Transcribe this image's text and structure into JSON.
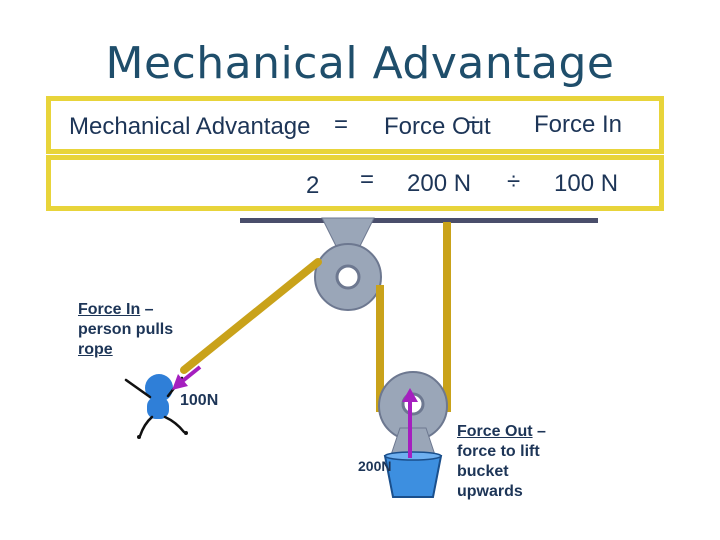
{
  "title": "Mechanical Advantage",
  "formula": {
    "lhs": "Mechanical Advantage",
    "equals": "=",
    "force_out": "Force Out",
    "divide": "÷",
    "force_in": "Force In"
  },
  "example": {
    "result": "2",
    "equals": "=",
    "force_out": "200 N",
    "divide": "÷",
    "force_in": "100 N"
  },
  "labels": {
    "force_in_title": "Force In",
    "force_in_desc1": " –",
    "force_in_desc2": "person pulls",
    "force_in_desc3": "rope",
    "force_in_value": "100N",
    "force_out_title": "Force Out",
    "force_out_desc1": " –",
    "force_out_desc2": "force to lift",
    "force_out_desc3": "bucket",
    "force_out_desc4": "upwards",
    "load_value": "200N"
  },
  "colors": {
    "title": "#1f4e6b",
    "box_border": "#e8d43a",
    "rope": "#c9a21a",
    "pulley": "#9aa6b8",
    "arrow": "#a51fbf",
    "bucket": "#3d8fe0",
    "person": "#2f7fd8"
  }
}
